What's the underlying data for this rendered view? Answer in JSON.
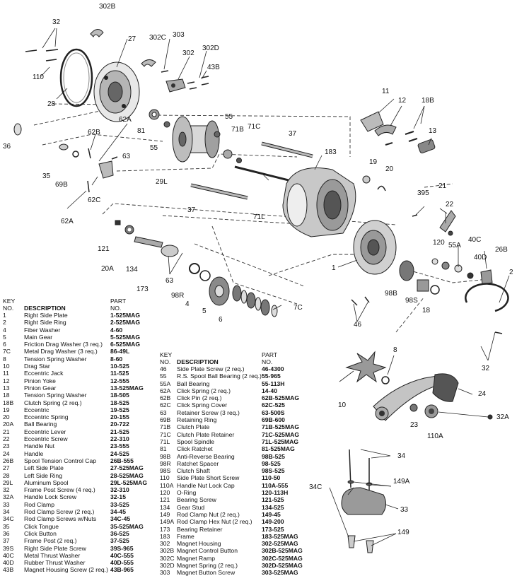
{
  "callouts": {
    "c302B": "302B",
    "c32a": "32",
    "c27": "27",
    "c302C": "302C",
    "c303": "303",
    "c302": "302",
    "c302D": "302D",
    "c43B": "43B",
    "c110": "110",
    "c28": "28",
    "c36": "36",
    "c62A_top": "62A",
    "c62B": "62B",
    "c63_left": "63",
    "c35": "35",
    "c69B": "69B",
    "c62C": "62C",
    "c62A_bot": "62A",
    "c81": "81",
    "c55a": "55",
    "c55b": "55",
    "c71B": "71B",
    "c71C": "71C",
    "c29L": "29L",
    "c37a": "37",
    "c37b": "37",
    "c183": "183",
    "c71L": "71L",
    "c11": "11",
    "c12": "12",
    "c18B": "18B",
    "c13": "13",
    "c19": "19",
    "c20": "20",
    "c395": "395",
    "c21": "21",
    "c22": "22",
    "c40C": "40C",
    "c120": "120",
    "c55A": "55A",
    "c40D": "40D",
    "c26B": "26B",
    "c2": "2",
    "c1": "1",
    "c98B": "98B",
    "c98S": "98S",
    "c18": "18",
    "c46": "46",
    "c32b": "32",
    "c121": "121",
    "c20A": "20A",
    "c134": "134",
    "c173": "173",
    "c63_mid": "63",
    "c98R": "98R",
    "c4": "4",
    "c5": "5",
    "c6": "6",
    "c7C": "7C",
    "c8": "8",
    "c10": "10",
    "c24": "24",
    "c23": "23",
    "c110A": "110A",
    "c32A": "32A",
    "c34": "34",
    "c149A": "149A",
    "c34C": "34C",
    "c33": "33",
    "c149": "149"
  },
  "left_table": {
    "header_key": "KEY\nNO.",
    "header_desc": "DESCRIPTION",
    "header_part": "PART\nNO.",
    "rows": [
      {
        "key": "1",
        "desc": "Right Side Plate",
        "part": "1-525MAG"
      },
      {
        "key": "2",
        "desc": "Right Side Ring",
        "part": "2-525MAG"
      },
      {
        "key": "4",
        "desc": "Fiber Washer",
        "part": "4-60"
      },
      {
        "key": "5",
        "desc": "Main Gear",
        "part": "5-525MAG"
      },
      {
        "key": "6",
        "desc": "Friction Drag Washer (3 req.)",
        "part": "6-525MAG"
      },
      {
        "key": "7C",
        "desc": "Metal Drag Washer (3 req.)",
        "part": "86-49L"
      },
      {
        "key": "8",
        "desc": "Tension Spring Washer",
        "part": "8-60"
      },
      {
        "key": "10",
        "desc": "Drag Star",
        "part": "10-525"
      },
      {
        "key": "11",
        "desc": "Eccentric Jack",
        "part": "11-525"
      },
      {
        "key": "12",
        "desc": "Pinion Yoke",
        "part": "12-555"
      },
      {
        "key": "13",
        "desc": "Pinion Gear",
        "part": "13-525MAG"
      },
      {
        "key": "18",
        "desc": "Tension Spring Washer",
        "part": "18-505"
      },
      {
        "key": "18B",
        "desc": "Clutch Spring (2 req.)",
        "part": "18-525"
      },
      {
        "key": "19",
        "desc": "Eccentric",
        "part": "19-525"
      },
      {
        "key": "20",
        "desc": "Eccentric Spring",
        "part": "20-155"
      },
      {
        "key": "20A",
        "desc": "Ball Bearing",
        "part": "20-722"
      },
      {
        "key": "21",
        "desc": "Eccentric Lever",
        "part": "21-525"
      },
      {
        "key": "22",
        "desc": "Eccentric Screw",
        "part": "22-310"
      },
      {
        "key": "23",
        "desc": "Handle Nut",
        "part": "23-555"
      },
      {
        "key": "24",
        "desc": "Handle",
        "part": "24-525"
      },
      {
        "key": "26B",
        "desc": "Spool Tension Control Cap",
        "part": "26B-555"
      },
      {
        "key": "27",
        "desc": "Left Side Plate",
        "part": "27-525MAG"
      },
      {
        "key": "28",
        "desc": "Left Side Ring",
        "part": "28-525MAG"
      },
      {
        "key": "29L",
        "desc": "Aluminum Spool",
        "part": "29L-525MAG"
      },
      {
        "key": "32",
        "desc": "Frame Post Screw (4 req.)",
        "part": "32-310"
      },
      {
        "key": "32A",
        "desc": "Handle Lock Screw",
        "part": "32-15"
      },
      {
        "key": "33",
        "desc": "Rod Clamp",
        "part": "33-525"
      },
      {
        "key": "34",
        "desc": "Rod Clamp Screw (2 req.)",
        "part": "34-45"
      },
      {
        "key": "34C",
        "desc": "Rod Clamp Screws w/Nuts",
        "part": "34C-45"
      },
      {
        "key": "35",
        "desc": "Click Tongue",
        "part": "35-525MAG"
      },
      {
        "key": "36",
        "desc": "Click Button",
        "part": "36-525"
      },
      {
        "key": "37",
        "desc": "Frame Post (2 req.)",
        "part": "37-525"
      },
      {
        "key": "39S",
        "desc": "Right Side Plate Screw",
        "part": "39S-965"
      },
      {
        "key": "40C",
        "desc": "Metal Thrust Washer",
        "part": "40C-555"
      },
      {
        "key": "40D",
        "desc": "Rubber Thrust Washer",
        "part": "40D-555"
      },
      {
        "key": "43B",
        "desc": "Magnet Housing Screw (2 req.)",
        "part": "43B-965"
      }
    ]
  },
  "right_table": {
    "header_key": "KEY\nNO.",
    "header_desc": "DESCRIPTION",
    "header_part": "PART\nNO.",
    "rows": [
      {
        "key": "46",
        "desc": "Side Plate Screw (2 req.)",
        "part": "46-4300"
      },
      {
        "key": "55",
        "desc": "R.S. Spool Ball Bearing (2 req.)",
        "part": "55-965"
      },
      {
        "key": "55A",
        "desc": "Ball Bearing",
        "part": "55-113H"
      },
      {
        "key": "62A",
        "desc": "Click Spring (2 req.)",
        "part": "14-40"
      },
      {
        "key": "62B",
        "desc": "Click Pin (2 req.)",
        "part": "62B-525MAG"
      },
      {
        "key": "62C",
        "desc": "Click Spring Cover",
        "part": "62C-525"
      },
      {
        "key": "63",
        "desc": "Retainer Screw (3 req.)",
        "part": "63-500S"
      },
      {
        "key": "69B",
        "desc": "Retaining Ring",
        "part": "69B-600"
      },
      {
        "key": "71B",
        "desc": "Clutch Plate",
        "part": "71B-525MAG"
      },
      {
        "key": "71C",
        "desc": "Clutch Plate Retainer",
        "part": "71C-525MAG"
      },
      {
        "key": "71L",
        "desc": "Spool Spindle",
        "part": "71L-525MAG"
      },
      {
        "key": "81",
        "desc": "Click Ratchet",
        "part": "81-525MAG"
      },
      {
        "key": "98B",
        "desc": "Anti-Reverse Bearing",
        "part": "98B-525"
      },
      {
        "key": "98R",
        "desc": "Ratchet Spacer",
        "part": "98-525"
      },
      {
        "key": "98S",
        "desc": "Clutch Shaft",
        "part": "98S-525"
      },
      {
        "key": "110",
        "desc": "Side Plate Short Screw",
        "part": "110-50"
      },
      {
        "key": "110A",
        "desc": "Handle Nut Lock Cap",
        "part": "110A-555"
      },
      {
        "key": "120",
        "desc": "O-Ring",
        "part": "120-113H"
      },
      {
        "key": "121",
        "desc": "Bearing Screw",
        "part": "121-525"
      },
      {
        "key": "134",
        "desc": "Gear Stud",
        "part": "134-525"
      },
      {
        "key": "149",
        "desc": "Rod Clamp Nut (2 req.)",
        "part": "149-45"
      },
      {
        "key": "149A",
        "desc": "Rod Clamp Hex Nut (2 req.)",
        "part": "149-200"
      },
      {
        "key": "173",
        "desc": "Bearing Retainer",
        "part": "173-525"
      },
      {
        "key": "183",
        "desc": "Frame",
        "part": "183-525MAG"
      },
      {
        "key": "302",
        "desc": "Magnet Housing",
        "part": "302-525MAG"
      },
      {
        "key": "302B",
        "desc": "Magnet Control Button",
        "part": "302B-525MAG"
      },
      {
        "key": "302C",
        "desc": "Magnet Ramp",
        "part": "302C-525MAG"
      },
      {
        "key": "302D",
        "desc": "Magnet Spring (2 req.)",
        "part": "302D-525MAG"
      },
      {
        "key": "303",
        "desc": "Magnet Button Screw",
        "part": "303-525MAG"
      }
    ]
  }
}
